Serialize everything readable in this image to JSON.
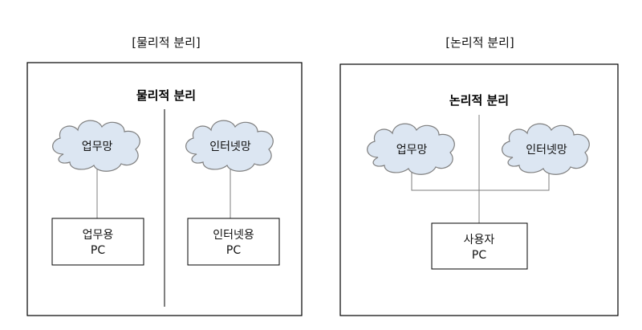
{
  "colors": {
    "cloud_fill": "#dce6f2",
    "cloud_stroke": "#7f7f7f",
    "line": "#7f7f7f",
    "panel_border": "#000000",
    "box_border": "#000000"
  },
  "left_panel": {
    "caption": "[물리적 분리]",
    "title": "물리적 분리",
    "clouds": [
      {
        "label": "업무망",
        "icon": "cloud-icon"
      },
      {
        "label": "인터넷망",
        "icon": "cloud-icon"
      }
    ],
    "boxes": [
      {
        "line1": "업무용",
        "line2": "PC"
      },
      {
        "line1": "인터넷용",
        "line2": "PC"
      }
    ]
  },
  "right_panel": {
    "caption": "[논리적 분리]",
    "title": "논리적 분리",
    "clouds": [
      {
        "label": "업무망",
        "icon": "cloud-icon"
      },
      {
        "label": "인터넷망",
        "icon": "cloud-icon"
      }
    ],
    "box": {
      "line1": "사용자",
      "line2": "PC"
    }
  }
}
